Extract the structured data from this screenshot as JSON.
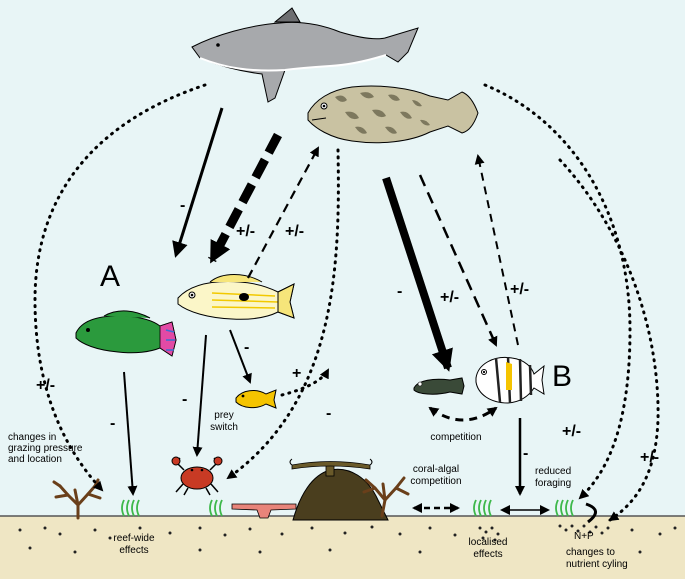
{
  "diagram": {
    "big_labels": {
      "a": "A",
      "b": "B"
    },
    "signs": {
      "minus": "-",
      "plus_minus": "+/-",
      "plus": "+"
    },
    "annotations": {
      "prey_switch_1": "prey",
      "prey_switch_2": "switch",
      "grazing_1": "changes in",
      "grazing_2": "grazing pressure",
      "grazing_3": "and location",
      "reef_wide_1": "reef-wide",
      "reef_wide_2": "effects",
      "competition": "competition",
      "coral_algal_1": "coral-algal",
      "coral_algal_2": "competition",
      "reduced_foraging_1": "reduced",
      "reduced_foraging_2": "foraging",
      "localised_1": "localised",
      "localised_2": "effects",
      "nutrient": "N+P",
      "nutrient_cycling_1": "changes to",
      "nutrient_cycling_2": "nutrient cyling"
    },
    "colors": {
      "background": "#e8f5f6",
      "seabed": "#efe6c4",
      "seabed_line": "#555555",
      "coral_rock": "#4a3e1e",
      "branching_coral": "#6a3f1a",
      "algae": "#3db84a",
      "shark": "#a7a9ac",
      "grouper": "#c9c2a2",
      "parrotfish": "#2b9a3d",
      "snapper": "#fbf6c8",
      "damselfish": "#f5c400",
      "crab": "#c83a24"
    }
  }
}
